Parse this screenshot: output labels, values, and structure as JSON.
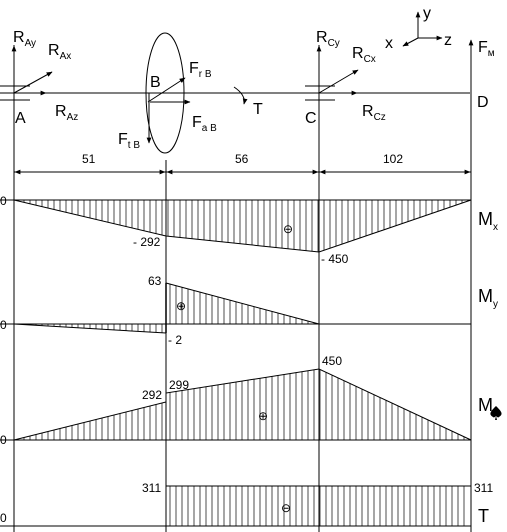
{
  "axes": {
    "x": "x",
    "y": "y",
    "z": "z"
  },
  "forces": {
    "RAy": {
      "main": "R",
      "sub": "Ay"
    },
    "RAx": {
      "main": "R",
      "sub": "Ax"
    },
    "RAz": {
      "main": "R",
      "sub": "Az"
    },
    "FrB": {
      "main": "F",
      "sub": "r B"
    },
    "FaB": {
      "main": "F",
      "sub": "a B"
    },
    "FtB": {
      "main": "F",
      "sub": "t B"
    },
    "RCy": {
      "main": "R",
      "sub": "Cy"
    },
    "RCx": {
      "main": "R",
      "sub": "Cx"
    },
    "RCz": {
      "main": "R",
      "sub": "Cz"
    },
    "Fm": {
      "main": "F",
      "sub": "м"
    }
  },
  "points": {
    "A": "A",
    "B": "B",
    "C": "C",
    "D": "D"
  },
  "torque_label": "T",
  "dimensions": [
    "51",
    "56",
    "102"
  ],
  "diagrams": {
    "Mx": {
      "main": "M",
      "sub": "x",
      "zero": "0",
      "v1": "- 292",
      "v2": "- 450",
      "sign": "⊖"
    },
    "My": {
      "main": "M",
      "sub": "y",
      "zero": "0",
      "v1": "63",
      "v2": "- 2",
      "sign": "⊕"
    },
    "M": {
      "main": "M",
      "zero": "0",
      "v1": "292",
      "v2": "299",
      "v3": "450",
      "sign": "⊕"
    },
    "T": {
      "main": "T",
      "zero": "0",
      "left": "311",
      "right": "311",
      "sign": "⊖"
    }
  }
}
